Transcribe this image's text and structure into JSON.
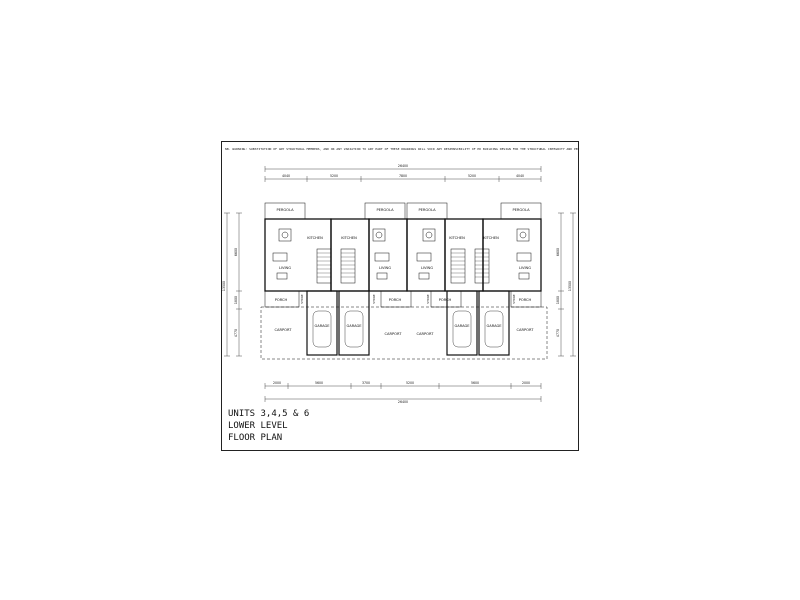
{
  "drawing": {
    "notes": "NB. WARNING: SUBSTITUTION OF ANY STRUCTURAL MEMBERS, AND OR ANY VARIATION TO ANY PART OF THESE DRAWINGS WILL VOID ANY RESPONSIBILITY OF PD BUILDING DESIGN FOR THE STRUCTURAL INTEGRITY AND PERFORMANCE OF THE BUILDING",
    "title_lines": [
      "UNITS 3,4,5 & 6",
      "LOWER LEVEL",
      "FLOOR PLAN"
    ],
    "top_dims": [
      "4040",
      "5200",
      "7800",
      "5200",
      "4040"
    ],
    "overall_width": "26400",
    "bottom_dims": [
      "2000",
      "5600",
      "3700",
      "5200",
      "5600",
      "2000"
    ],
    "side_dims": [
      "6600",
      "1800",
      "4770"
    ],
    "overall_depth": "13500",
    "rooms": {
      "pergola": "PERGOLA",
      "kitchen": "KITCHEN",
      "living": "LIVING",
      "porch": "PORCH",
      "garage": "GARAGE",
      "carport": "CARPORT",
      "store": "STORE"
    }
  }
}
